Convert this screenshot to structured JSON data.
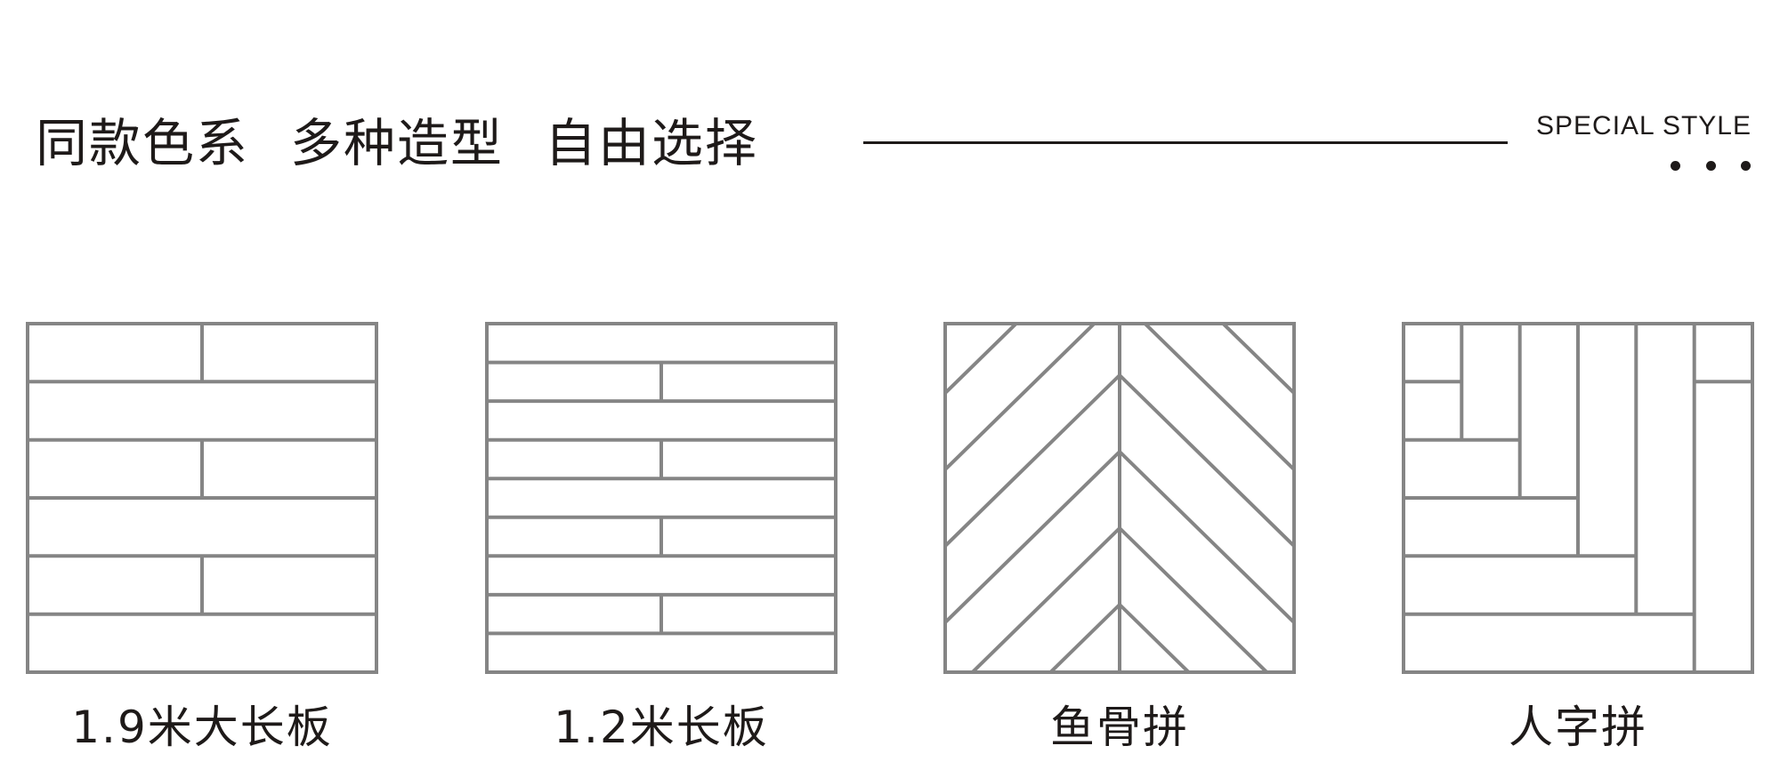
{
  "header": {
    "title_groups": [
      "同款色系",
      "多种造型",
      "自由选择"
    ],
    "tagline": "SPECIAL STYLE",
    "dots_count": 3,
    "colors": {
      "text": "#1e1a19",
      "rule": "#1e1a19",
      "tile_stroke": "#858585",
      "background": "#ffffff"
    }
  },
  "patterns": [
    {
      "id": "long-plank-1900",
      "label": "1.9米大长板",
      "icon": "plank-1900-pattern-icon"
    },
    {
      "id": "plank-1200",
      "label": "1.2米长板",
      "icon": "plank-1200-pattern-icon"
    },
    {
      "id": "fishbone",
      "label": "鱼骨拼",
      "icon": "fishbone-pattern-icon"
    },
    {
      "id": "herringbone",
      "label": "人字拼",
      "icon": "herringbone-pattern-icon"
    }
  ]
}
